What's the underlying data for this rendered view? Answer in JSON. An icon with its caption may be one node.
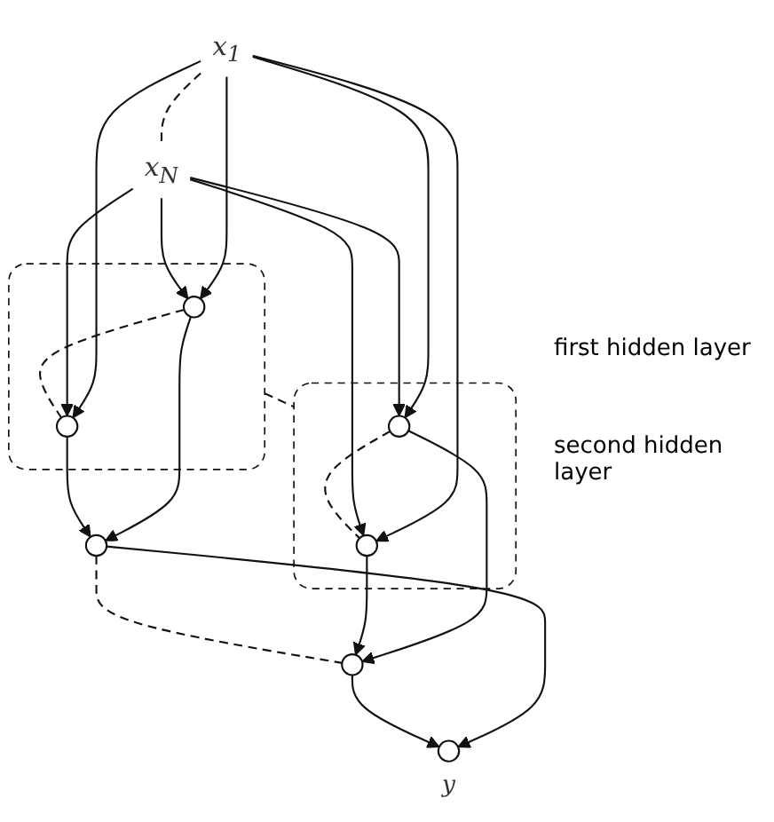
{
  "diagram": {
    "nodes": [
      {
        "text": [
          "x$_{1}$"
        ]
      },
      {
        "text": [
          "x$_{N}$"
        ]
      },
      {
        "text": [],
        "shape": "box"
      },
      {
        "text": [],
        "shape": "circle",
        "in": 2
      },
      {
        "text": [],
        "shape": "circle",
        "in": 2
      },
      {
        "text": [],
        "shape": "box"
      },
      {
        "text": [],
        "shape": "circle",
        "in": 5
      },
      {
        "text": [],
        "shape": "circle",
        "in": 5
      },
      {
        "text": [],
        "shape": "circle"
      },
      {
        "text": [],
        "shape": "circle"
      },
      {
        "text": [],
        "shape": "circle",
        "beside": [
          "y"
        ]
      }
    ],
    "edges": [
      {
        "from": 0,
        "to": 1,
        "arrow": "none",
        "style": "dashed"
      },
      {
        "from": 0,
        "to": 3,
        "arrow": "to"
      },
      {
        "from": 0,
        "to": 4,
        "arrow": "to"
      },
      {
        "from": 0,
        "to": 6,
        "arrow": "to"
      },
      {
        "from": 0,
        "to": 7,
        "arrow": "to"
      },
      {
        "from": 1,
        "to": 3,
        "arrow": "to"
      },
      {
        "from": 1,
        "to": 4,
        "arrow": "to"
      },
      {
        "from": 1,
        "to": 6,
        "arrow": "to"
      },
      {
        "from": 1,
        "to": 7,
        "arrow": "to"
      },
      {
        "from": 3,
        "to": 4,
        "arrow": "none",
        "style": "dashed"
      },
      {
        "from": 2,
        "to": 5,
        "arrow": "none",
        "style": "dashed"
      },
      {
        "from": 6,
        "to": 7,
        "arrow": "none",
        "style": "dashed"
      },
      {
        "from": 3,
        "to": 8,
        "arrow": "to"
      },
      {
        "from": 4,
        "to": 8,
        "arrow": "to"
      },
      {
        "from": 6,
        "to": 9,
        "arrow": "to"
      },
      {
        "from": 7,
        "to": 9,
        "arrow": "to"
      },
      {
        "from": 8,
        "to": 9,
        "arrow": "none",
        "style": "dashed"
      },
      {
        "from": 8,
        "to": 10,
        "arrow": "to"
      },
      {
        "from": 9,
        "to": 10,
        "arrow": "to"
      }
    ],
    "labels": [
      "first hidden layer",
      "second hidden layer"
    ]
  }
}
